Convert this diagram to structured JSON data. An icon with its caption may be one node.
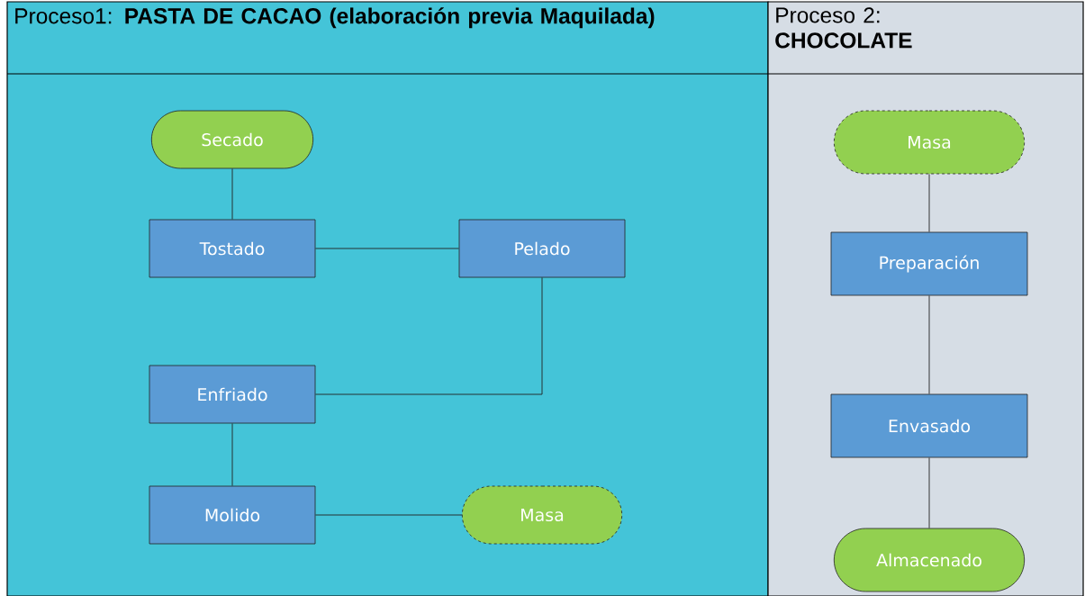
{
  "diagram": {
    "nodes": [
      {
        "text": [
          "Proceso1: **PASTA DE CACAO (elaboración previa Maquilada)**"
        ]
      },
      {
        "text": [
          "Proceso 2: **CHOCOLATE**"
        ]
      },
      {
        "text": [
          "Secado"
        ],
        "in": 0
      },
      {
        "text": [
          "Tostado"
        ],
        "in": 0
      },
      {
        "text": [
          "Pelado"
        ],
        "in": 0
      },
      {
        "text": [
          "Enfriado"
        ],
        "in": 0
      },
      {
        "text": [
          "Molido"
        ],
        "in": 0
      },
      {
        "text": [
          "Masa"
        ],
        "in": 0
      },
      {
        "text": [
          "Masa"
        ],
        "in": 1
      },
      {
        "text": [
          "Preparación"
        ],
        "in": 1
      },
      {
        "text": [
          "Envasado"
        ],
        "in": 1
      },
      {
        "text": [
          "Almacenado"
        ],
        "in": 1
      }
    ],
    "edges": [
      {
        "from": 2,
        "to": 3,
        "arrow": "none"
      },
      {
        "from": 3,
        "to": 4,
        "arrow": "none"
      },
      {
        "from": 4,
        "to": 5,
        "arrow": "none"
      },
      {
        "from": 5,
        "to": 6,
        "arrow": "none"
      },
      {
        "from": 6,
        "to": 7,
        "arrow": "none"
      },
      {
        "from": 8,
        "to": 9,
        "arrow": "none"
      },
      {
        "from": 9,
        "to": 10,
        "arrow": "none"
      },
      {
        "from": 10,
        "to": 11,
        "arrow": "none"
      }
    ]
  }
}
